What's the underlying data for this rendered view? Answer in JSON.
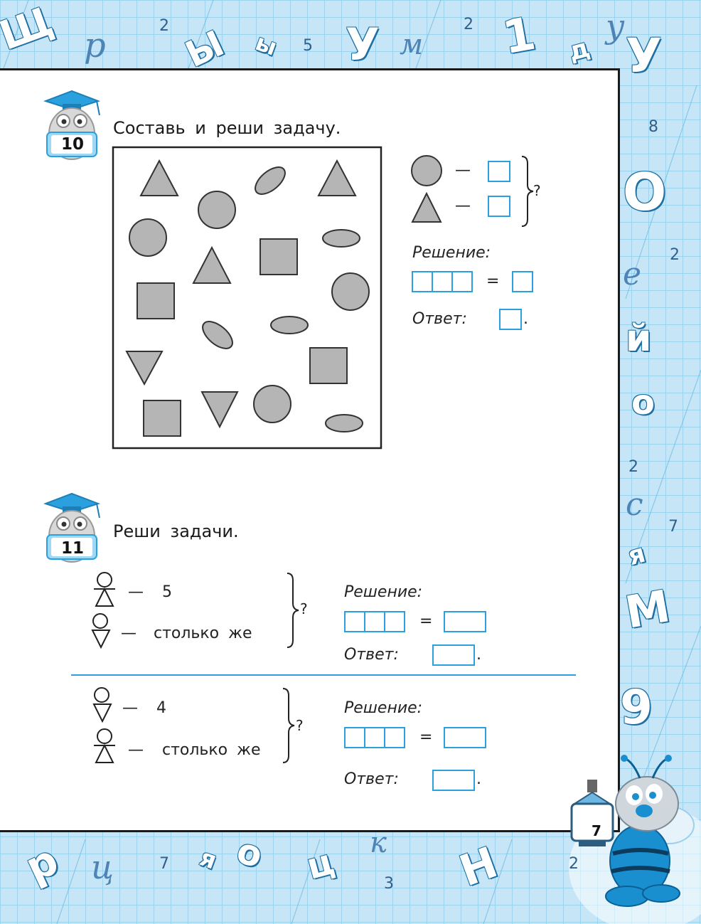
{
  "page_number": "7",
  "decor_letters": [
    "Щ",
    "р",
    "2",
    "Ы",
    "ы",
    "5",
    "У",
    "м",
    "2",
    "1",
    "д",
    "у",
    "У",
    "8",
    "О",
    "2",
    "е",
    "й",
    "о",
    "2",
    "с",
    "7",
    "я",
    "М",
    "9",
    "р",
    "ц",
    "7",
    "я",
    "о",
    "ц",
    "к",
    "3",
    "Н",
    "2"
  ],
  "task10": {
    "number": "10",
    "title": "Составь и реши задачу.",
    "legend_dash": "—",
    "question_mark": "?",
    "solution_label": "Решение:",
    "equals": "=",
    "answer_label": "Ответ:",
    "answer_dot": "."
  },
  "task11": {
    "number": "11",
    "title": "Реши задачи.",
    "problem1": {
      "line1_dash": "—",
      "line1_value": "5",
      "line2_dash": "—",
      "line2_text": "столько  же",
      "question_mark": "?",
      "solution_label": "Решение:",
      "equals": "=",
      "answer_label": "Ответ:",
      "answer_dot": "."
    },
    "problem2": {
      "line1_dash": "—",
      "line1_value": "4",
      "line2_dash": "—",
      "line2_text": "столько  же",
      "question_mark": "?",
      "solution_label": "Решение:",
      "equals": "=",
      "answer_label": "Ответ:",
      "answer_dot": "."
    }
  },
  "colors": {
    "background_blue": "#bfe2f5",
    "grid_blue": "#7cc4e8",
    "accent_blue": "#2aa1de",
    "shape_gray": "#b5b5b5"
  }
}
